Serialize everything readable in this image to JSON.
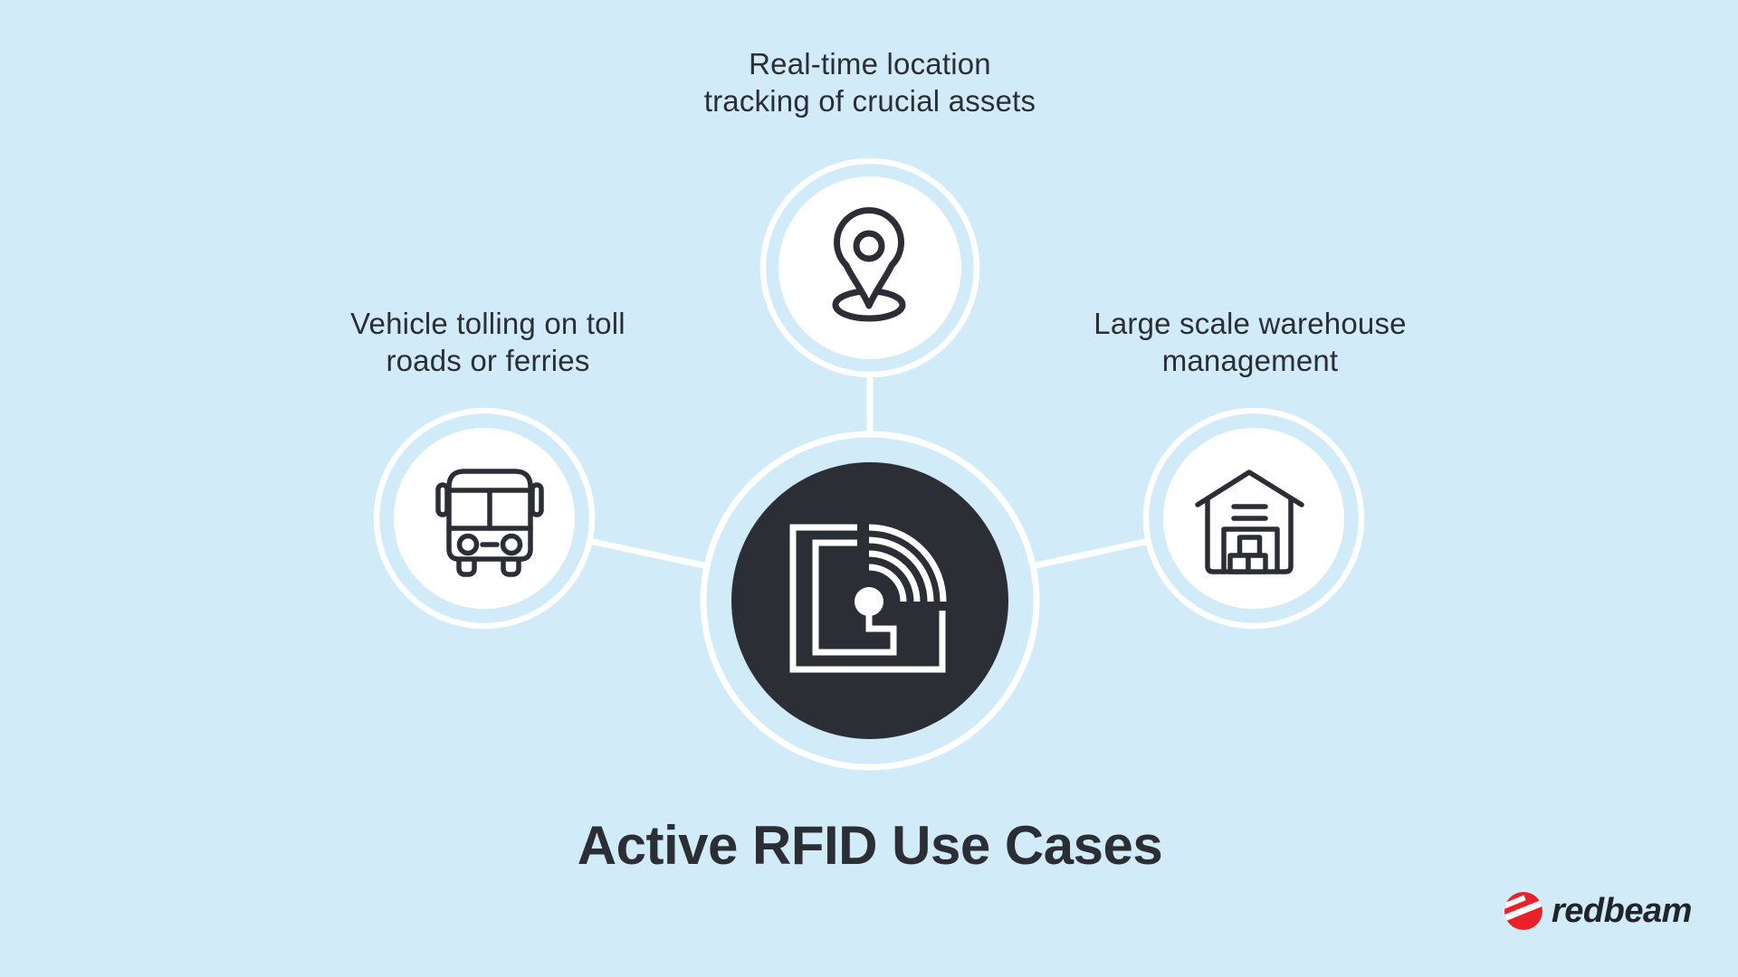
{
  "diagram": {
    "title": "Active RFID Use Cases",
    "center_node": {
      "icon": "rfid-tag-icon"
    },
    "nodes": [
      {
        "id": "top",
        "icon": "location-pin-icon",
        "label": [
          "Real-time location",
          "tracking of crucial assets"
        ]
      },
      {
        "id": "left",
        "icon": "bus-icon",
        "label": [
          "Vehicle tolling on toll",
          "roads or ferries"
        ]
      },
      {
        "id": "right",
        "icon": "warehouse-icon",
        "label": [
          "Large scale warehouse",
          "management"
        ]
      }
    ],
    "logo": {
      "text": "redbeam"
    },
    "colors": {
      "background": "#d2ebf8",
      "dark": "#2b2e35",
      "white": "#ffffff",
      "logo_red": "#e8212b",
      "logo_text": "#20242c"
    }
  }
}
